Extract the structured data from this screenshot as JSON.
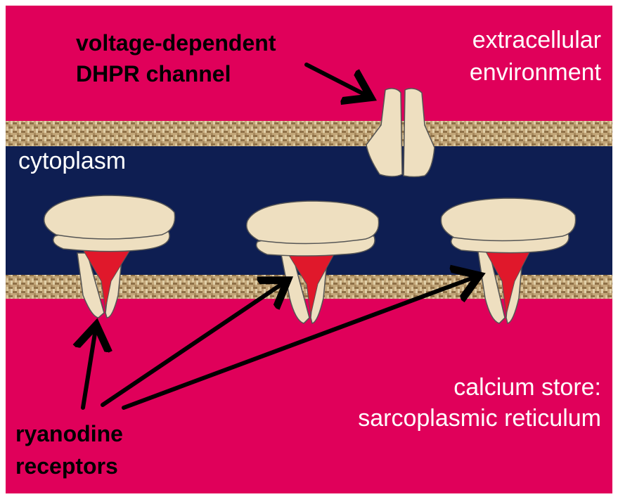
{
  "labels": {
    "dhpr_line1": "voltage-dependent",
    "dhpr_line2": "DHPR channel",
    "extracellular_line1": "extracellular",
    "extracellular_line2": "environment",
    "cytoplasm": "cytoplasm",
    "store_line1": "calcium store:",
    "store_line2": "sarcoplasmic reticulum",
    "ryr_line1": "ryanodine",
    "ryr_line2": "receptors"
  },
  "colors": {
    "extracellular": "#e0005a",
    "cytoplasm": "#0e1e52",
    "membrane": "#b99a6e",
    "protein": "#eedfc0",
    "channel_pore": "#e0182b",
    "arrow": "#000000"
  }
}
